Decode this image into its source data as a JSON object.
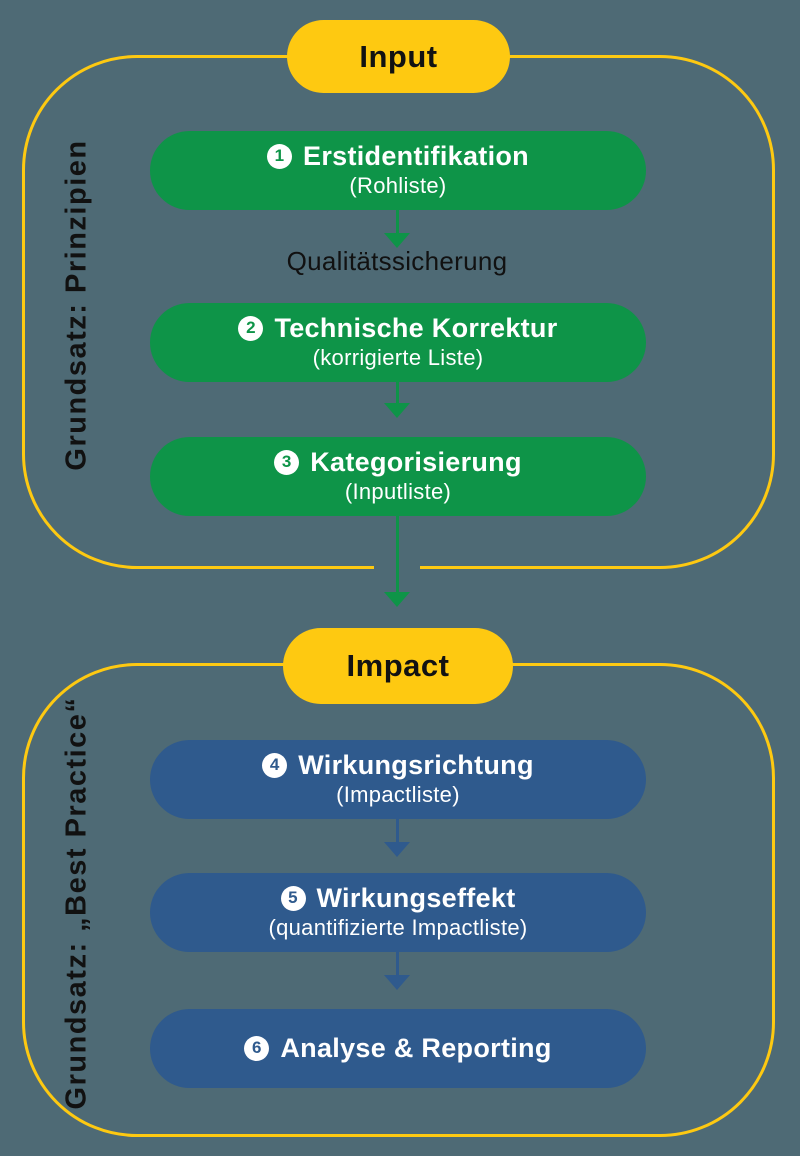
{
  "colors": {
    "background": "#4E6A75",
    "yellow": "#FEC911",
    "green": "#0E9448",
    "blue": "#2F5A8D",
    "text_dark": "#111111",
    "text_light": "#FFFFFF"
  },
  "sections": [
    {
      "id": "input",
      "header": "Input",
      "side_label": "Grundsatz: Prinzipien",
      "connector_label": "Qualitätssicherung",
      "steps": [
        {
          "number": "1",
          "title": "Erstidentifikation",
          "subtitle": "(Rohliste)"
        },
        {
          "number": "2",
          "title": "Technische Korrektur",
          "subtitle": "(korrigierte Liste)"
        },
        {
          "number": "3",
          "title": "Kategorisierung",
          "subtitle": "(Inputliste)"
        }
      ]
    },
    {
      "id": "impact",
      "header": "Impact",
      "side_label": "Grundsatz: „Best Practice“",
      "steps": [
        {
          "number": "4",
          "title": "Wirkungsrichtung",
          "subtitle": "(Impactliste)"
        },
        {
          "number": "5",
          "title": "Wirkungseffekt",
          "subtitle": "(quantifizierte Impactliste)"
        },
        {
          "number": "6",
          "title": "Analyse & Reporting",
          "subtitle": ""
        }
      ]
    }
  ]
}
